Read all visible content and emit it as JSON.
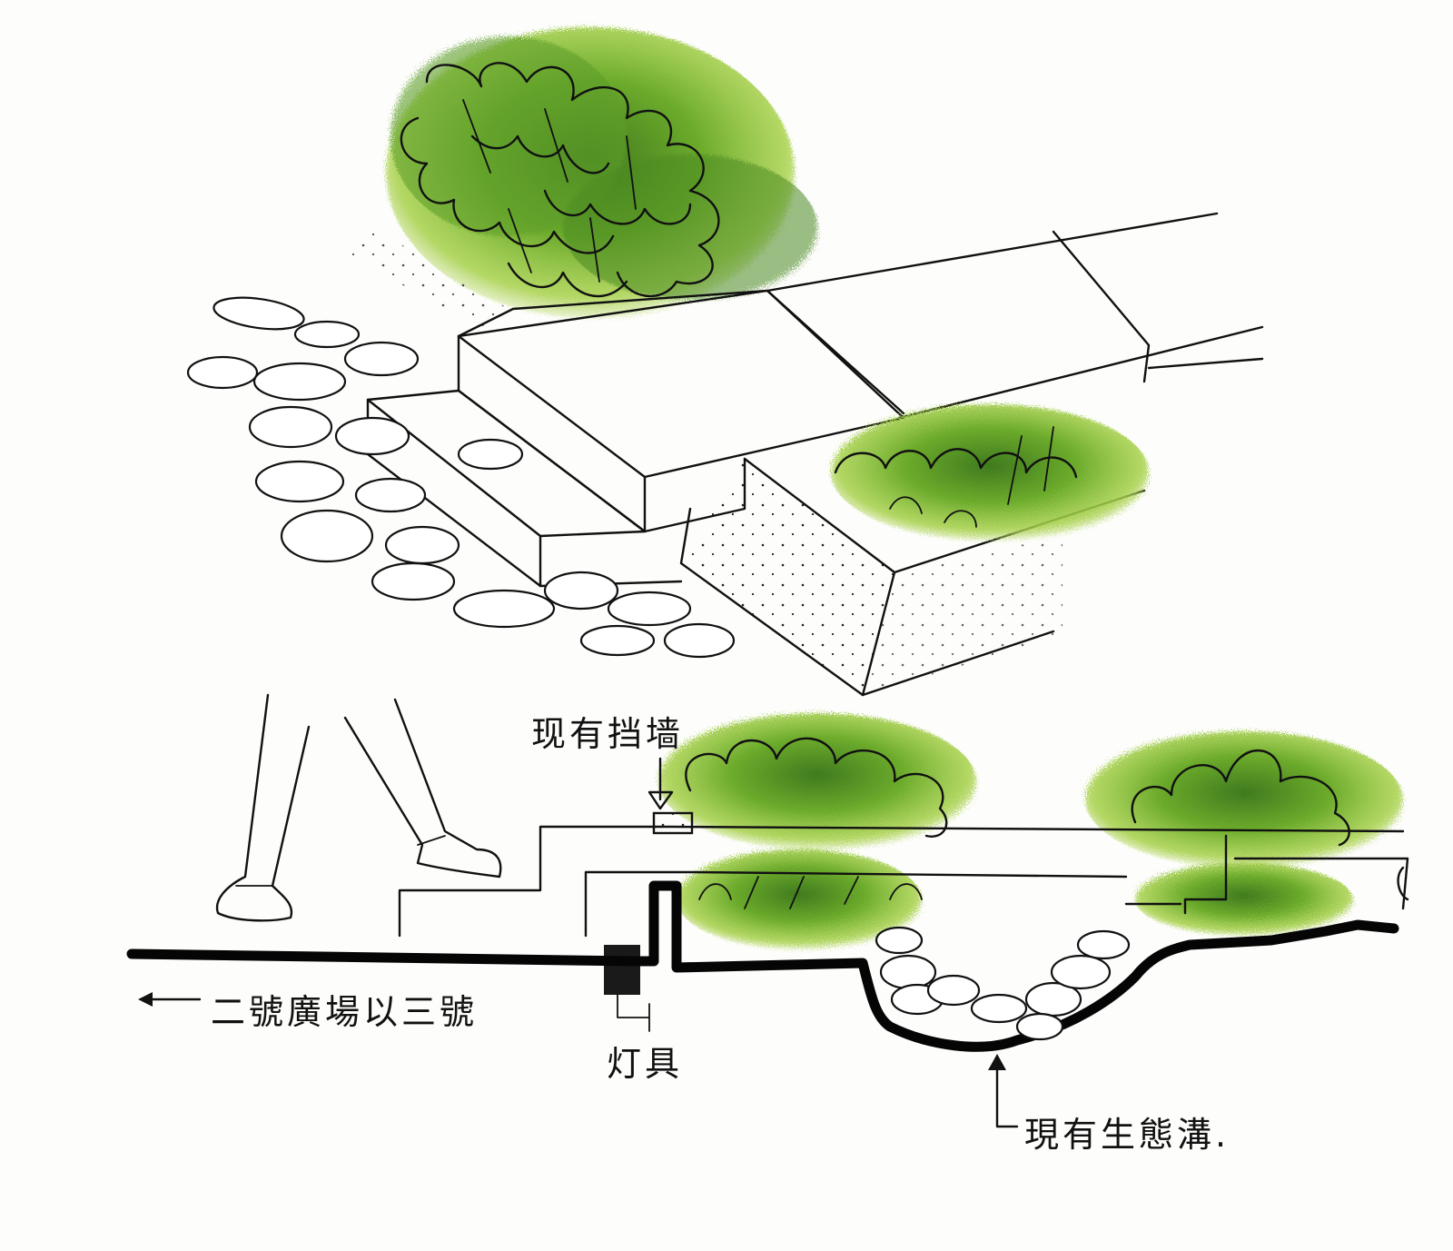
{
  "labels": {
    "retaining_wall": "现有挡墙",
    "direction": "二號廣場以三號",
    "lamp": "灯具",
    "ditch": "現有生態溝."
  },
  "colors": {
    "ink": "#111111",
    "foliage_light": "#a7d14a",
    "foliage_mid": "#6cab2c",
    "foliage_dark": "#3f7a1e",
    "paper": "#fdfdfb"
  }
}
